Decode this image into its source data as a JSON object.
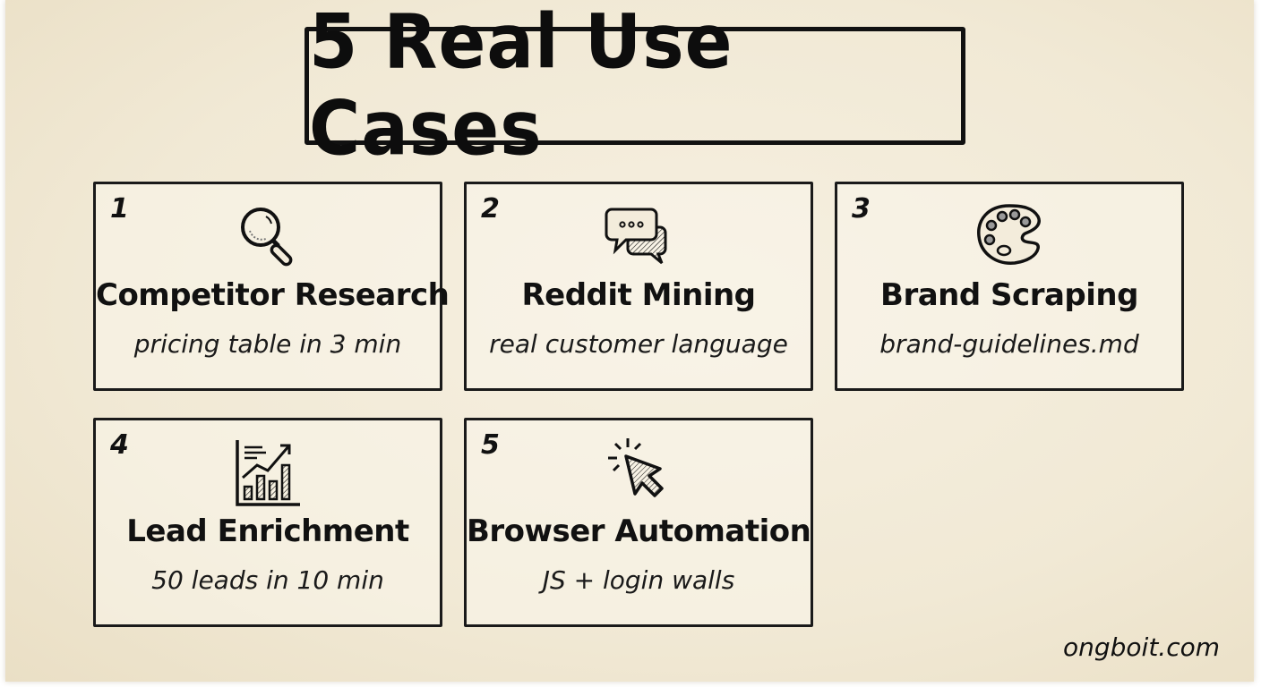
{
  "title": "5 Real Use Cases",
  "cards": [
    {
      "number": "1",
      "icon": "magnifying-glass-icon",
      "title": "Competitor Research",
      "subtitle": "pricing table in 3 min"
    },
    {
      "number": "2",
      "icon": "chat-bubbles-icon",
      "title": "Reddit Mining",
      "subtitle": "real customer language"
    },
    {
      "number": "3",
      "icon": "paint-palette-icon",
      "title": "Brand Scraping",
      "subtitle": "brand-guidelines.md"
    },
    {
      "number": "4",
      "icon": "growth-chart-icon",
      "title": "Lead Enrichment",
      "subtitle": "50 leads in 10 min"
    },
    {
      "number": "5",
      "icon": "cursor-click-icon",
      "title": "Browser Automation",
      "subtitle": "JS + login walls"
    }
  ],
  "footer": {
    "brand": "ongboit.com"
  },
  "colors": {
    "ink": "#111111",
    "paper": "#f3ecdb"
  }
}
